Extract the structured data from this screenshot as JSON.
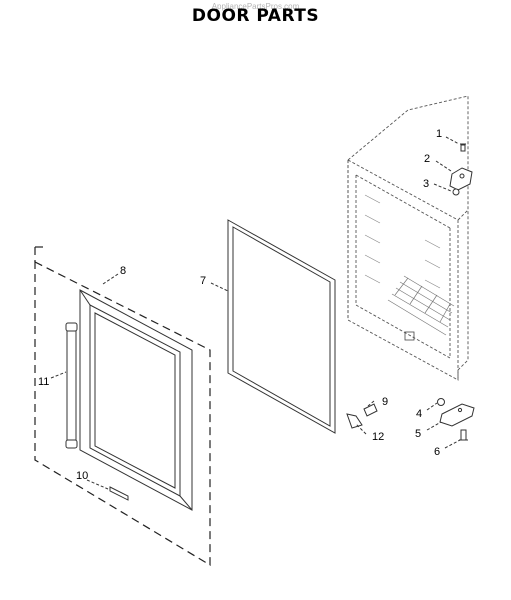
{
  "title": "DOOR PARTS",
  "watermark": "AppliancePartsPros.com",
  "callouts": [
    {
      "id": "1",
      "label": "1"
    },
    {
      "id": "2",
      "label": "2"
    },
    {
      "id": "3",
      "label": "3"
    },
    {
      "id": "4",
      "label": "4"
    },
    {
      "id": "5",
      "label": "5"
    },
    {
      "id": "6",
      "label": "6"
    },
    {
      "id": "7",
      "label": "7"
    },
    {
      "id": "8",
      "label": "8"
    },
    {
      "id": "9",
      "label": "9"
    },
    {
      "id": "10",
      "label": "10"
    },
    {
      "id": "11",
      "label": "11"
    },
    {
      "id": "12",
      "label": "12"
    }
  ]
}
